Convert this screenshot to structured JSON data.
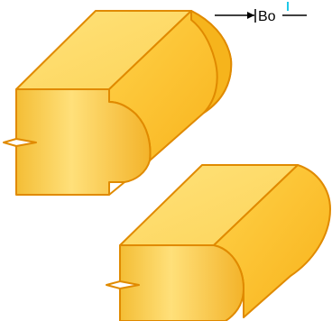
{
  "label": {
    "text": "Bo",
    "cursor_color": "#1ec8e8"
  },
  "colors": {
    "outline": "#e08a00",
    "top_face": "#fbd24a",
    "side_face": "#fcb81a",
    "front_face_light": "#ffe680",
    "front_face_dark": "#f0b21c"
  },
  "shapes": [
    {
      "name": "upper-block",
      "front_profile": "convex-bead-quarter-round"
    },
    {
      "name": "lower-block",
      "front_profile": "half-round-edge"
    }
  ]
}
